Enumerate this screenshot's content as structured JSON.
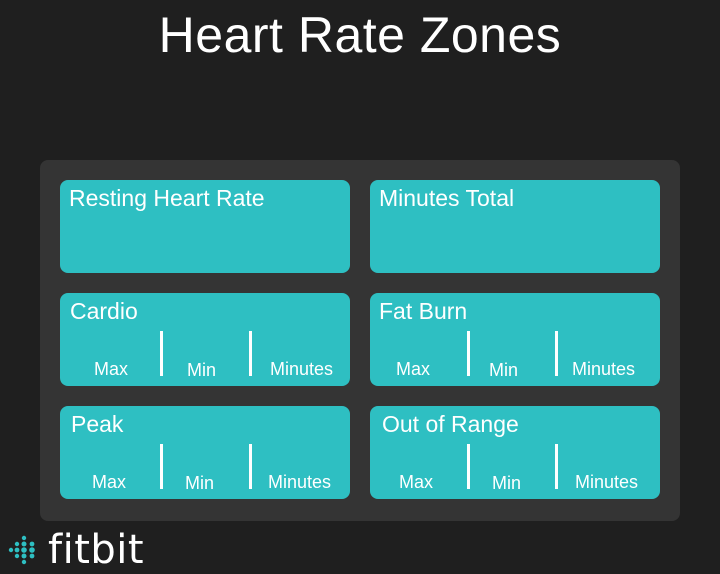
{
  "header": {
    "title": "Heart Rate Zones"
  },
  "cards": {
    "resting": {
      "title": "Resting Heart Rate"
    },
    "minutes_total": {
      "title": "Minutes Total"
    },
    "cardio": {
      "title": "Cardio",
      "max_label": "Max",
      "min_label": "Min",
      "minutes_label": "Minutes"
    },
    "fat_burn": {
      "title": "Fat Burn",
      "max_label": "Max",
      "min_label": "Min",
      "minutes_label": "Minutes"
    },
    "peak": {
      "title": "Peak",
      "max_label": "Max",
      "min_label": "Min",
      "minutes_label": "Minutes"
    },
    "out_of_range": {
      "title": "Out of Range",
      "max_label": "Max",
      "min_label": "Min",
      "minutes_label": "Minutes"
    }
  },
  "footer": {
    "logo_text": "fitbit",
    "logo_icon": "fitbit-dots-icon"
  },
  "colors": {
    "background": "#1f1f1f",
    "panel": "#343434",
    "card": "#2ebfc2",
    "text": "#ffffff",
    "logo_accent": "#2ebfc2"
  }
}
